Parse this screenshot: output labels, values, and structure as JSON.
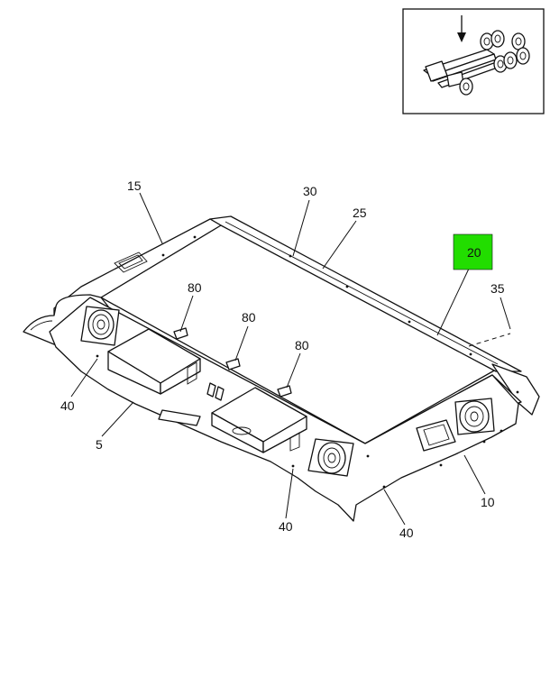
{
  "highlight_color": "#22dd00",
  "callouts": {
    "c15": "15",
    "c30": "30",
    "c25": "25",
    "c20": "20",
    "c35": "35",
    "c80a": "80",
    "c80b": "80",
    "c80c": "80",
    "c40_left": "40",
    "c5": "5",
    "c40_center": "40",
    "c40_right": "40",
    "c10": "10"
  }
}
